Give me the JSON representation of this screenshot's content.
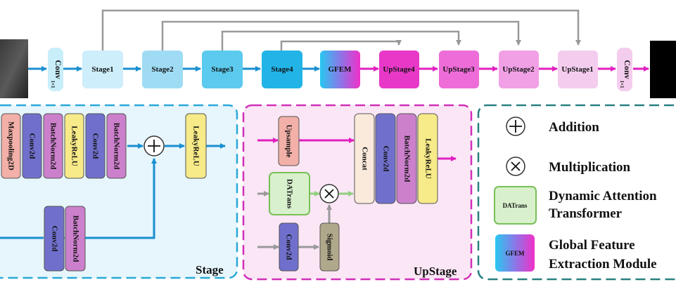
{
  "pipeline": {
    "conv_in": "Conv",
    "conv_in_sub": "1×1",
    "conv_out": "Conv",
    "conv_out_sub": "1×1",
    "stage1": "Stage1",
    "stage2": "Stage2",
    "stage3": "Stage3",
    "stage4": "Stage4",
    "gfem": "GFEM",
    "upstage4": "UpStage4",
    "upstage3": "UpStage3",
    "upstage2": "UpStage2",
    "upstage1": "UpStage1"
  },
  "stage_panel": {
    "title": "Stage",
    "blocks": [
      "Maxpooling2D",
      "Conv2d",
      "BatchNorm2d",
      "LeakyReLU",
      "Conv2d",
      "BatchNorm2d"
    ],
    "out_block": "LeakyReLU",
    "branch_blocks": [
      "Conv2d",
      "BatchNorm2d"
    ]
  },
  "upstage_panel": {
    "title": "UpStage",
    "upsample": "Upsample",
    "datrans": "DATrans",
    "conv": "Conv2d",
    "sigmoid": "Sigmoid",
    "concat": "Concat",
    "conv2": "Conv2d",
    "bn": "BatchNorm2d",
    "relu": "LeakyReLU"
  },
  "legend": {
    "addition": "Addition",
    "multiplication": "Multiplication",
    "datrans_icon": "DATrans",
    "datrans_line1": "Dynamic Attention",
    "datrans_line2": "Transformer",
    "gfem_icon": "GFEM",
    "gfem_line1": "Global Feature",
    "gfem_line2": "Extraction Module"
  },
  "colors": {
    "stage_arrow": "#1a8fd0",
    "upstage_arrow": "#e020c0",
    "skip_line": "#999999",
    "green_arrow": "#90d080",
    "stage_panel_bg": "#e6f6fc",
    "stage_panel_border": "#2aa8d8",
    "upstage_panel_bg": "#fbe6f6",
    "upstage_panel_border": "#d030b8",
    "legend_border": "#2a8080"
  }
}
